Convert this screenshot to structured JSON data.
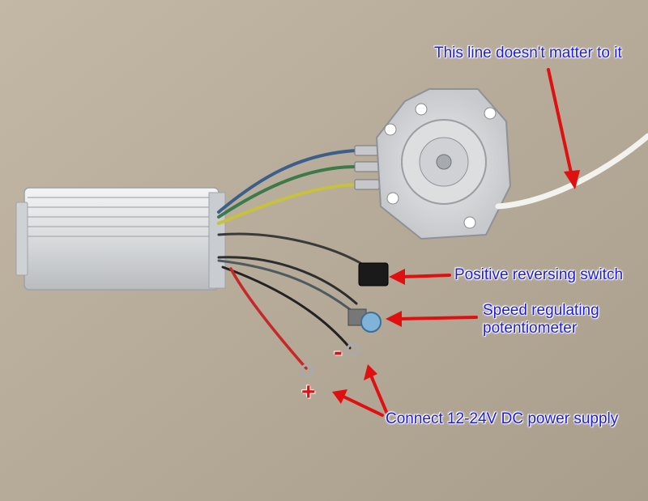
{
  "annotations": {
    "line_note": "This line doesn't matter to it",
    "reversing_switch": "Positive reversing switch",
    "speed_pot_line1": "Speed regulating",
    "speed_pot_line2": "potentiometer",
    "power_supply": "Connect 12-24V DC power supply",
    "minus_symbol": "-",
    "plus_symbol": "+"
  },
  "colors": {
    "annotation_text": "#1a1ae6",
    "arrow": "#e01010",
    "background": "#b7ab9a"
  }
}
